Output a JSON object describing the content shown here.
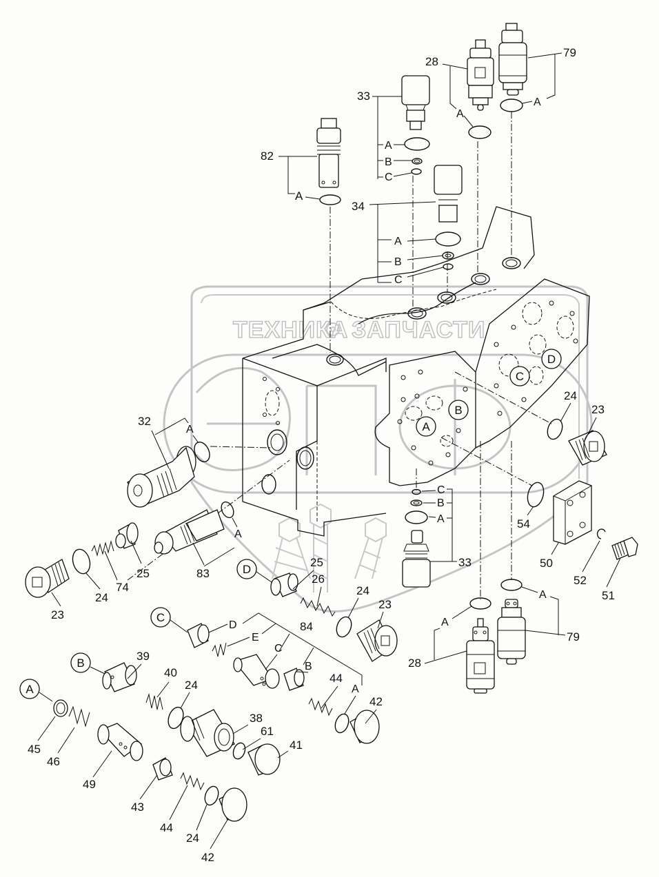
{
  "diagram": {
    "title": "Control valve assembly — exploded parts view",
    "watermark": {
      "text_left": "ТЕХНИКА",
      "text_right": "ЗАПЧАСТИ",
      "logo_letters": "ЭПФ"
    },
    "colors": {
      "ink": "#111111",
      "background": "#fdfdfb",
      "watermark": "#c4c4c4"
    },
    "callouts": {
      "port_a": "A",
      "port_b": "B",
      "port_c": "C",
      "port_d": "D"
    },
    "labels": {
      "p82": "82",
      "p82_a": "A",
      "p33_top": "33",
      "p33_top_a": "A",
      "p33_top_b": "B",
      "p33_top_c": "C",
      "p28_top": "28",
      "p28_top_a": "A",
      "p79_top": "79",
      "p79_top_a": "A",
      "p34": "34",
      "p34_a": "A",
      "p34_b": "B",
      "p34_c": "C",
      "p32": "32",
      "p32_a": "A",
      "p24_right": "24",
      "p23_right": "23",
      "p54": "54",
      "p50": "50",
      "p52": "52",
      "p51": "51",
      "p33_bot": "33",
      "p33_bot_a": "A",
      "p33_bot_b": "B",
      "p33_bot_c": "C",
      "p83": "83",
      "p83_a": "A",
      "p25_left": "25",
      "p74": "74",
      "p24_left": "24",
      "p23_left": "23",
      "p25_mid": "25",
      "p26": "26",
      "p24_mid": "24",
      "p23_mid": "23",
      "p84": "84",
      "p84_a": "A",
      "p84_b": "B",
      "p84_c": "C",
      "p84_d": "D",
      "p84_e": "E",
      "p44_mid": "44",
      "p42_mid": "42",
      "p28_bot": "28",
      "p28_bot_a": "A",
      "p79_bot": "79",
      "p79_bot_a": "A",
      "p39": "39",
      "p40": "40",
      "p24_low": "24",
      "p38": "38",
      "p61": "61",
      "p41": "41",
      "p45": "45",
      "p46": "46",
      "p49": "49",
      "p43": "43",
      "p44_low": "44",
      "p24_bottom": "24",
      "p42_bottom": "42"
    }
  }
}
